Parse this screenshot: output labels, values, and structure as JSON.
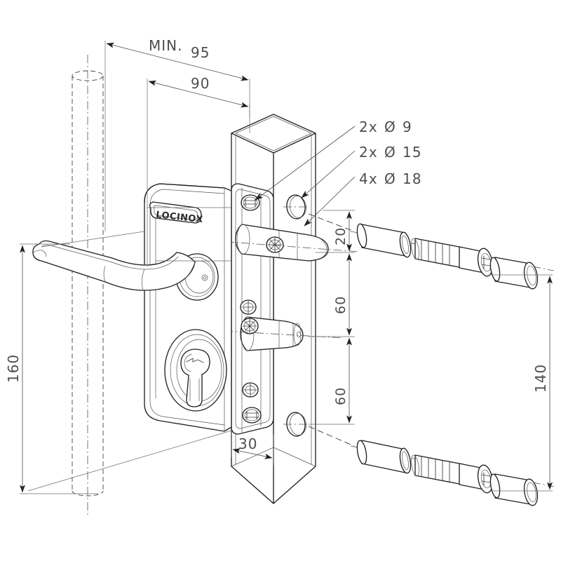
{
  "drawing": {
    "title": "Locinox industrial gate lock - installation dimensions",
    "product_logo": "LOCINOX",
    "units": "mm",
    "background_color": "#ffffff",
    "line_color": "#222222",
    "dimension_text_color": "#4e4e4e"
  },
  "dimensions": {
    "min_95": "MIN.",
    "min_95_value": "95",
    "d90": "90",
    "d160": "160",
    "d140": "140",
    "d30": "30",
    "d20": "20",
    "d60_upper": "60",
    "d60_lower": "60"
  },
  "callouts": [
    {
      "count": "2x",
      "symbol": "Ø",
      "value": "9"
    },
    {
      "count": "2x",
      "symbol": "Ø",
      "value": "15"
    },
    {
      "count": "4x",
      "symbol": "Ø",
      "value": "18"
    }
  ],
  "parts": {
    "lock_body": "lock-body",
    "handle": "gate-handle",
    "cylinder": "euro-profile-cylinder",
    "keep_plate": "keep-plate",
    "square_post": "square-gate-post",
    "round_post": "round-gate-post",
    "anchor_upper": "anchor-bolt-assembly-upper",
    "anchor_lower": "anchor-bolt-assembly-lower",
    "bolt_upper": "through-bolt-upper",
    "bolt_lower": "through-bolt-lower"
  }
}
